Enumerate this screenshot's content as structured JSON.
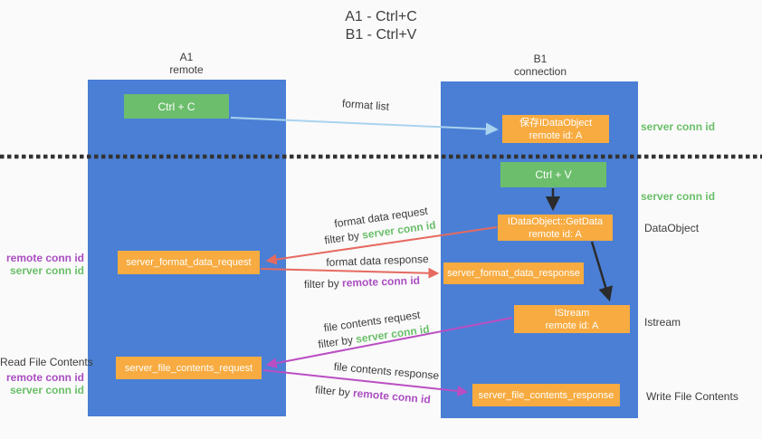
{
  "title": {
    "line1": "A1 - Ctrl+C",
    "line2": "B1 - Ctrl+V"
  },
  "columns": {
    "left": {
      "name": "A1",
      "role": "remote"
    },
    "right": {
      "name": "B1",
      "role": "connection"
    }
  },
  "nodes": {
    "ctrl_c": {
      "label": "Ctrl + C"
    },
    "ctrl_v": {
      "label": "Ctrl + V"
    },
    "save_idataobject": {
      "line1": "保存IDataObject",
      "line2": "remote id: A"
    },
    "idataobject_getdata": {
      "line1": "IDataObject::GetData",
      "line2": "remote id: A"
    },
    "istream": {
      "line1": "IStream",
      "line2": "remote id: A"
    },
    "server_format_data_request": {
      "label": "server_format_data_request"
    },
    "server_format_data_response": {
      "label": "server_format_data_response"
    },
    "server_file_contents_request": {
      "label": "server_file_contents_request"
    },
    "server_file_contents_response": {
      "label": "server_file_contents_response"
    }
  },
  "edge_labels": {
    "format_list": {
      "text": "format list"
    },
    "format_data_request": {
      "text": "format data request",
      "filter_prefix": "filter by",
      "filter_key": "server conn id"
    },
    "format_data_response": {
      "text": "format data response",
      "filter_prefix": "filter by",
      "filter_key": "remote conn id"
    },
    "file_contents_request": {
      "text": "file contents request",
      "filter_prefix": "filter by",
      "filter_key": "server conn id"
    },
    "file_contents_response": {
      "text": "file contents response",
      "filter_prefix": "filter by",
      "filter_key": "remote conn id"
    }
  },
  "annotations": {
    "right_top_server_conn_id": "server conn id",
    "right_mid_server_conn_id": "server conn id",
    "right_dataobject": "DataObject",
    "right_istream": "Istream",
    "right_write_file_contents": "Write File Contents",
    "left_read_file_contents": "Read File Contents",
    "left_pair_top": {
      "remote": "remote conn id",
      "server": "server conn id"
    },
    "left_pair_bottom": {
      "remote": "remote conn id",
      "server": "server conn id"
    }
  },
  "colors": {
    "background": "#fafafa",
    "column_blue": "#4a7fd5",
    "box_green": "#6cbe6c",
    "box_orange": "#f7ab40",
    "arrow_light_blue": "#a9d3ee",
    "arrow_red": "#e66a60",
    "arrow_magenta": "#bb4ec4",
    "arrow_black": "#2b2b2b",
    "label_green": "#6abf69",
    "label_purple": "#aa4ec1",
    "text_dark": "#3c3c3c",
    "dashed_line": "#333333"
  }
}
